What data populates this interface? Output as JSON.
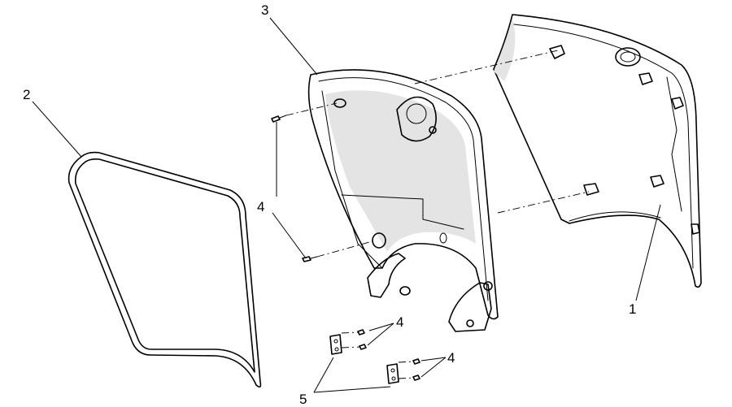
{
  "diagram": {
    "callouts": [
      {
        "id": "part-1",
        "label": "1"
      },
      {
        "id": "part-2",
        "label": "2"
      },
      {
        "id": "part-3",
        "label": "3"
      },
      {
        "id": "part-4a",
        "label": "4"
      },
      {
        "id": "part-4b",
        "label": "4"
      },
      {
        "id": "part-4c",
        "label": "4"
      },
      {
        "id": "part-5",
        "label": "5"
      }
    ]
  }
}
